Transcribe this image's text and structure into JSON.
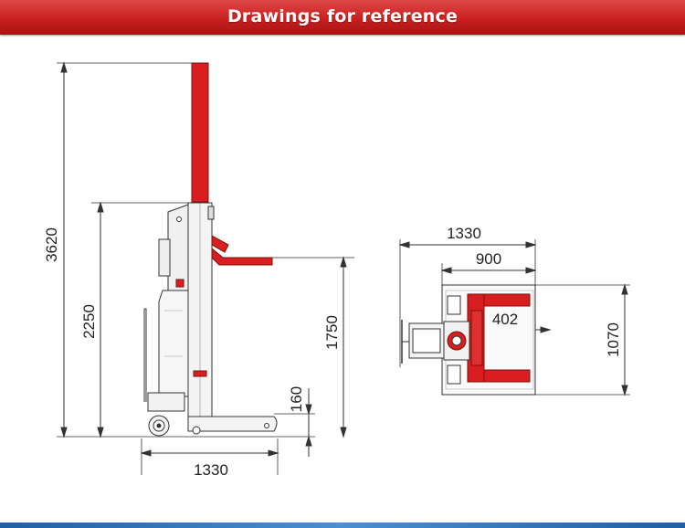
{
  "header": {
    "title": "Drawings for reference"
  },
  "side_view": {
    "dimensions": {
      "total_height": "3620",
      "frame_height": "2250",
      "fork_height": "1750",
      "base_height": "160",
      "base_length": "1330"
    }
  },
  "top_view": {
    "dimensions": {
      "overall_length": "1330",
      "fork_length": "900",
      "fork_spacing": "402",
      "width": "1070"
    }
  },
  "colors": {
    "accent": "#d81e1e",
    "line": "#333333",
    "header": "#c91f1f",
    "footer": "#2a6bb5"
  }
}
